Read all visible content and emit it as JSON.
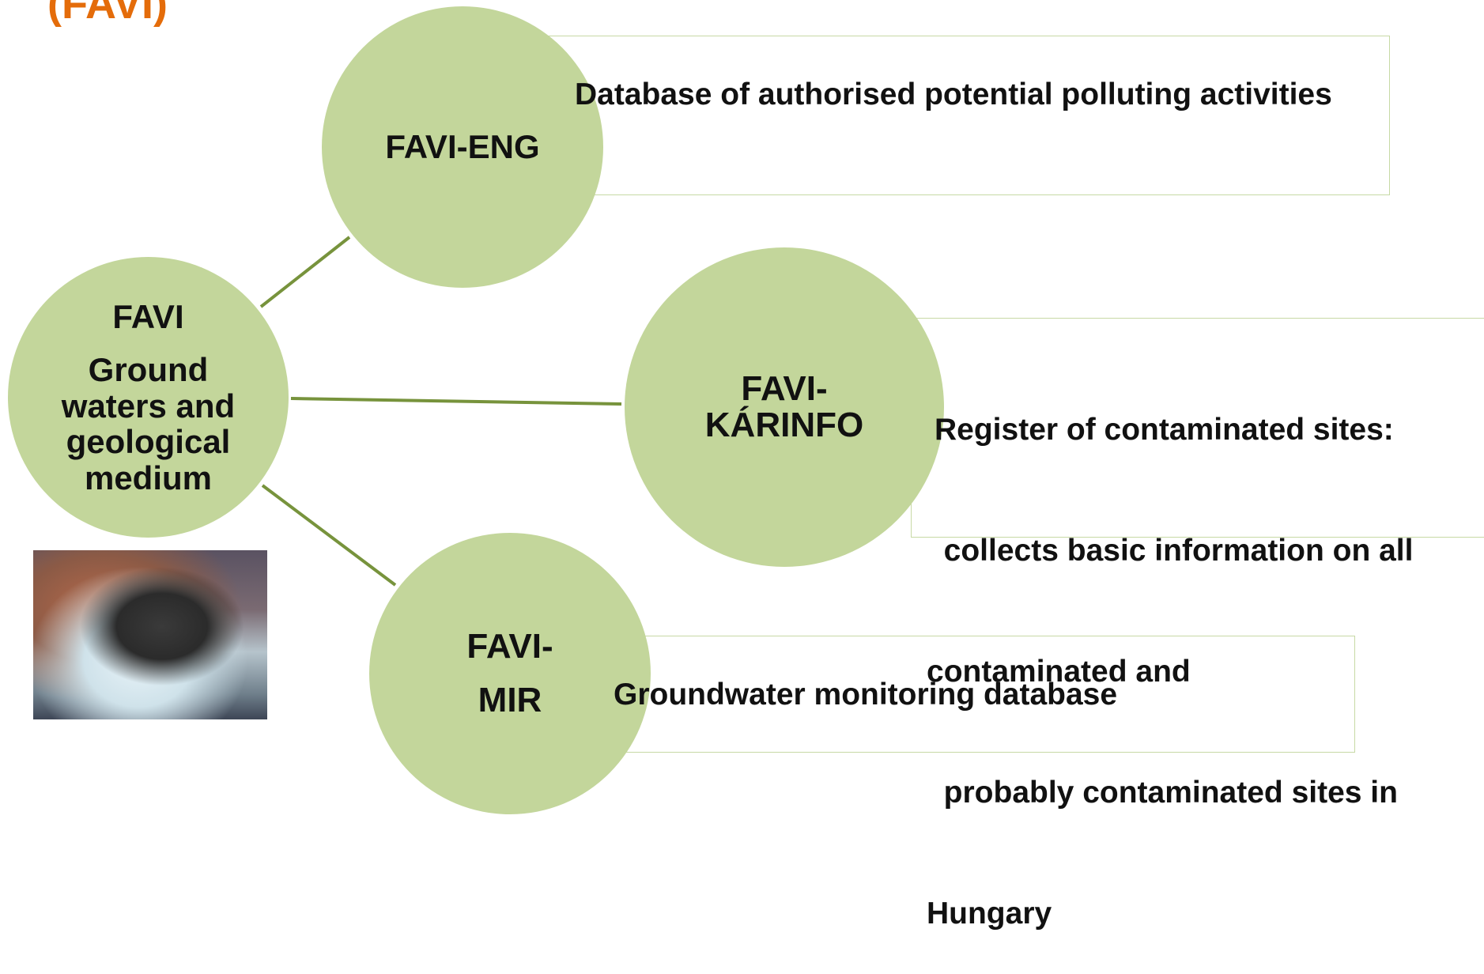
{
  "title": "(FAVI)",
  "center_node": {
    "title": "FAVI",
    "subtitle_lines": [
      "Ground",
      "waters and",
      "geological",
      "medium"
    ]
  },
  "nodes": [
    {
      "id": "eng",
      "label_lines": [
        "FAVI-ENG"
      ],
      "description_lines": [
        "Database of authorised potential polluting activities"
      ]
    },
    {
      "id": "karinfo",
      "label_lines": [
        "FAVI-",
        "KÁRINFO"
      ],
      "description_lines": [
        "Register of contaminated sites:",
        "  collects basic information on all",
        "contaminated and",
        "  probably contaminated sites in",
        "Hungary"
      ]
    },
    {
      "id": "mir",
      "label_lines": [
        "FAVI-",
        "MIR"
      ],
      "description_lines": [
        "Groundwater monitoring database"
      ]
    }
  ],
  "colors": {
    "circle_fill": "#c3d69b",
    "connector": "#77933c",
    "box_border": "#c7d9a5",
    "title": "#e46c0a"
  }
}
